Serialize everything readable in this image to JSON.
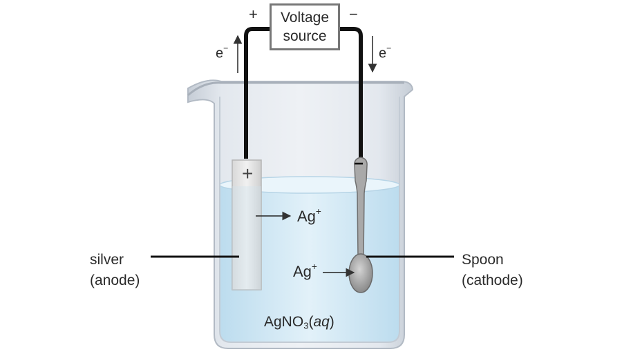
{
  "voltage_source": {
    "line1": "Voltage",
    "line2": "source"
  },
  "terminals": {
    "positive": "+",
    "negative": "−"
  },
  "electron_left": {
    "symbol": "e",
    "charge": "−"
  },
  "electron_right": {
    "symbol": "e",
    "charge": "−"
  },
  "anode": {
    "sign": "+",
    "line1": "silver",
    "line2": "(anode)"
  },
  "cathode": {
    "sign": "−",
    "line1": "Spoon",
    "line2": "(cathode)"
  },
  "ion_upper": {
    "symbol": "Ag",
    "charge": "+"
  },
  "ion_lower": {
    "symbol": "Ag",
    "charge": "+"
  },
  "solution": {
    "formula": "AgNO",
    "subscript": "3",
    "open": "(",
    "state": "aq",
    "close": ")"
  },
  "colors": {
    "wire": "#111111",
    "glass": "#d2d9e1",
    "solution": "#d8ebf6",
    "arrow": "#333333"
  }
}
